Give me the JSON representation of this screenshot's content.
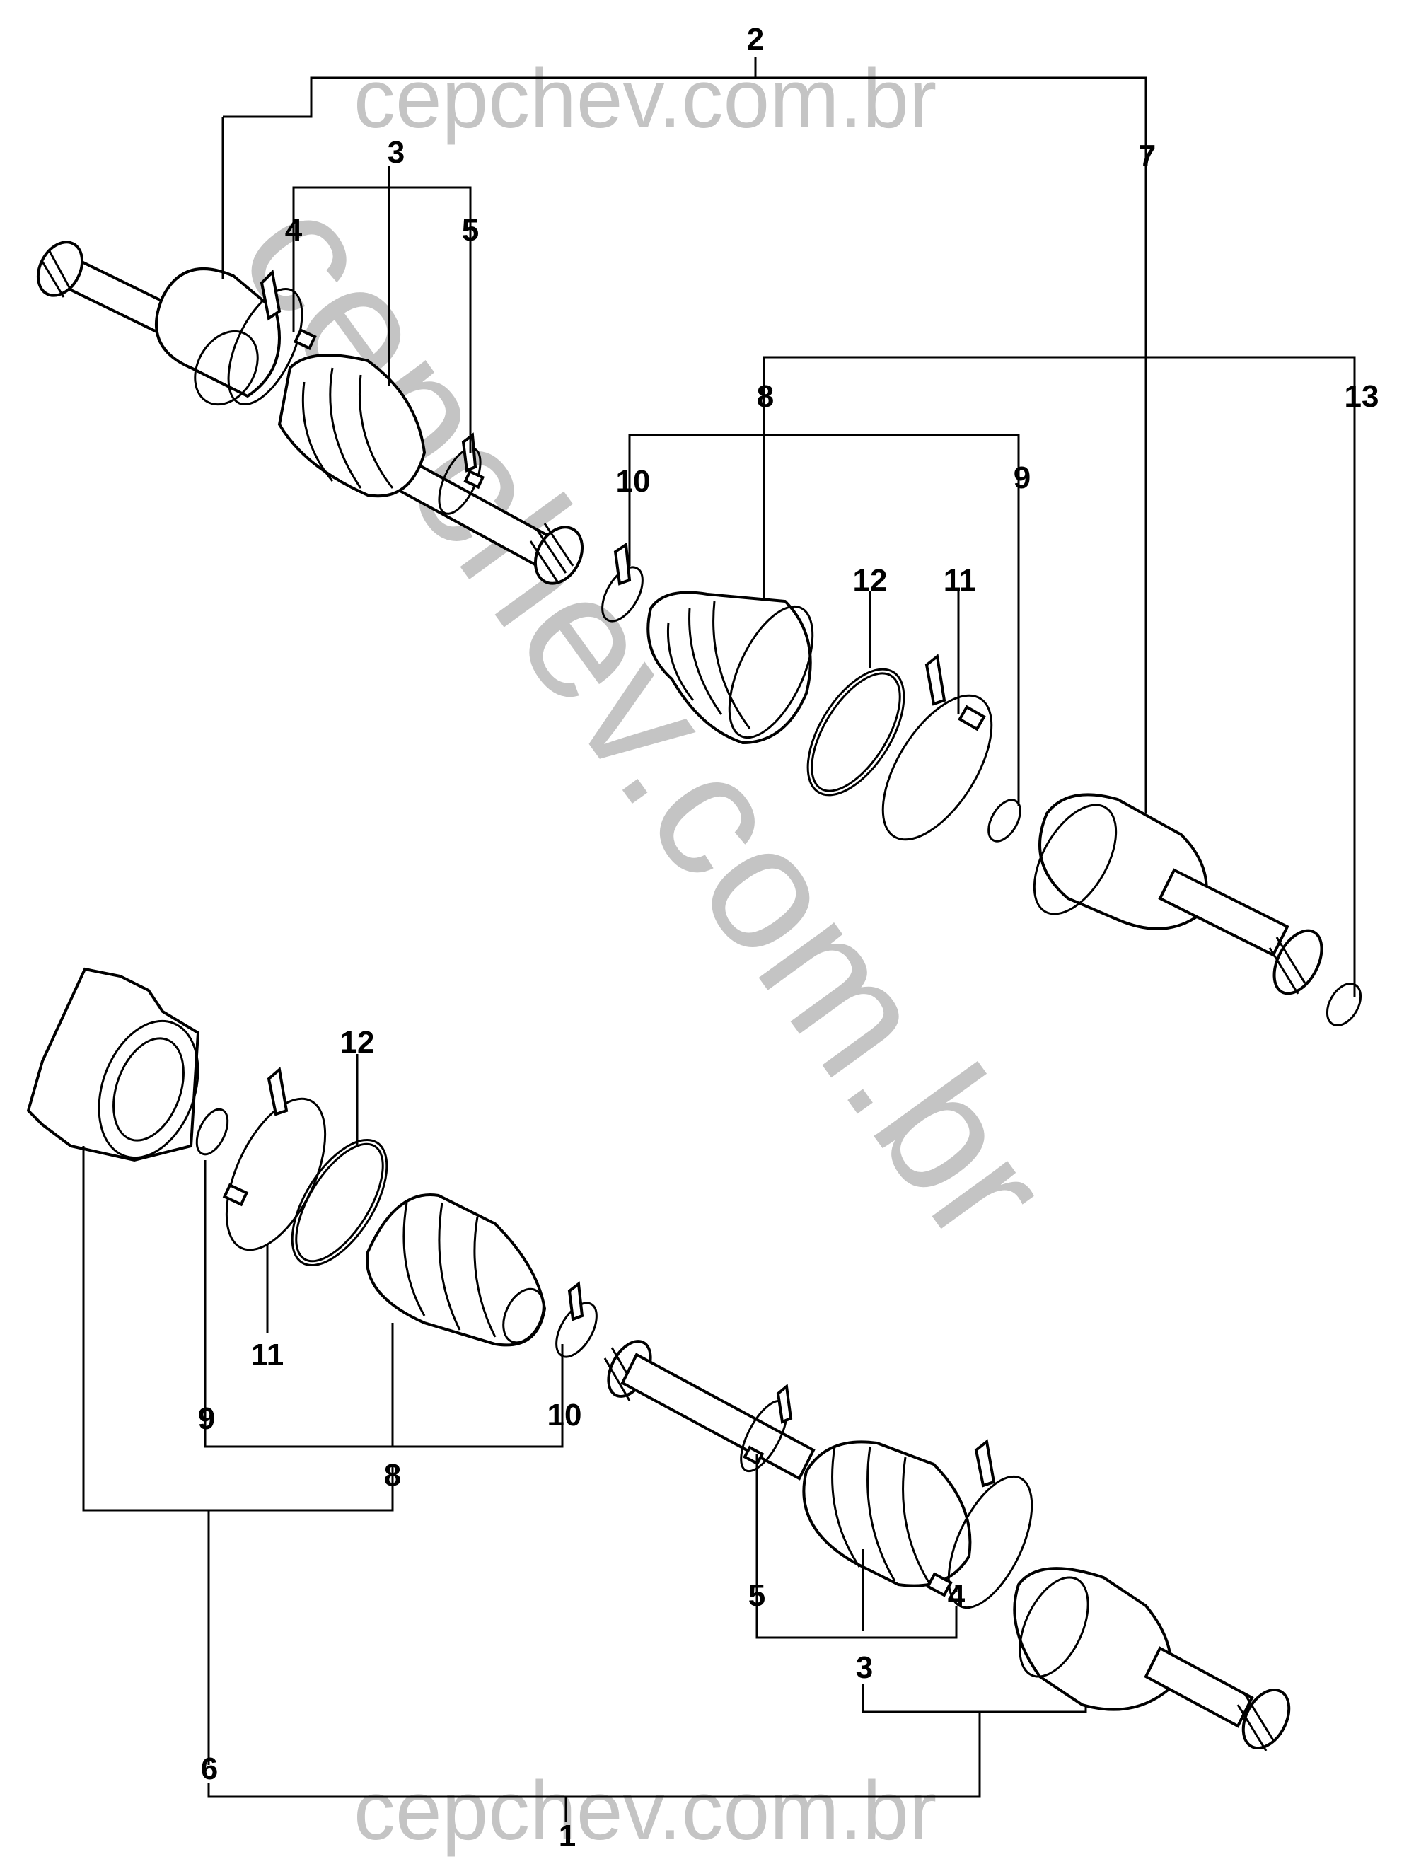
{
  "watermark": {
    "top": "cepchev.com.br",
    "diagonal": "cepchev.com.br",
    "bottom": "cepchev.com.br"
  },
  "callouts": {
    "c1": "1",
    "c2": "2",
    "c3_top": "3",
    "c4_top": "4",
    "c5_top": "5",
    "c7": "7",
    "c8_top": "8",
    "c13": "13",
    "c10_top": "10",
    "c9_top": "9",
    "c12_top": "12",
    "c11_top": "11",
    "c12_bot": "12",
    "c11_bot": "11",
    "c9_bot": "9",
    "c10_bot": "10",
    "c8_bot": "8",
    "c5_bot": "5",
    "c4_bot": "4",
    "c3_bot": "3",
    "c6": "6"
  }
}
